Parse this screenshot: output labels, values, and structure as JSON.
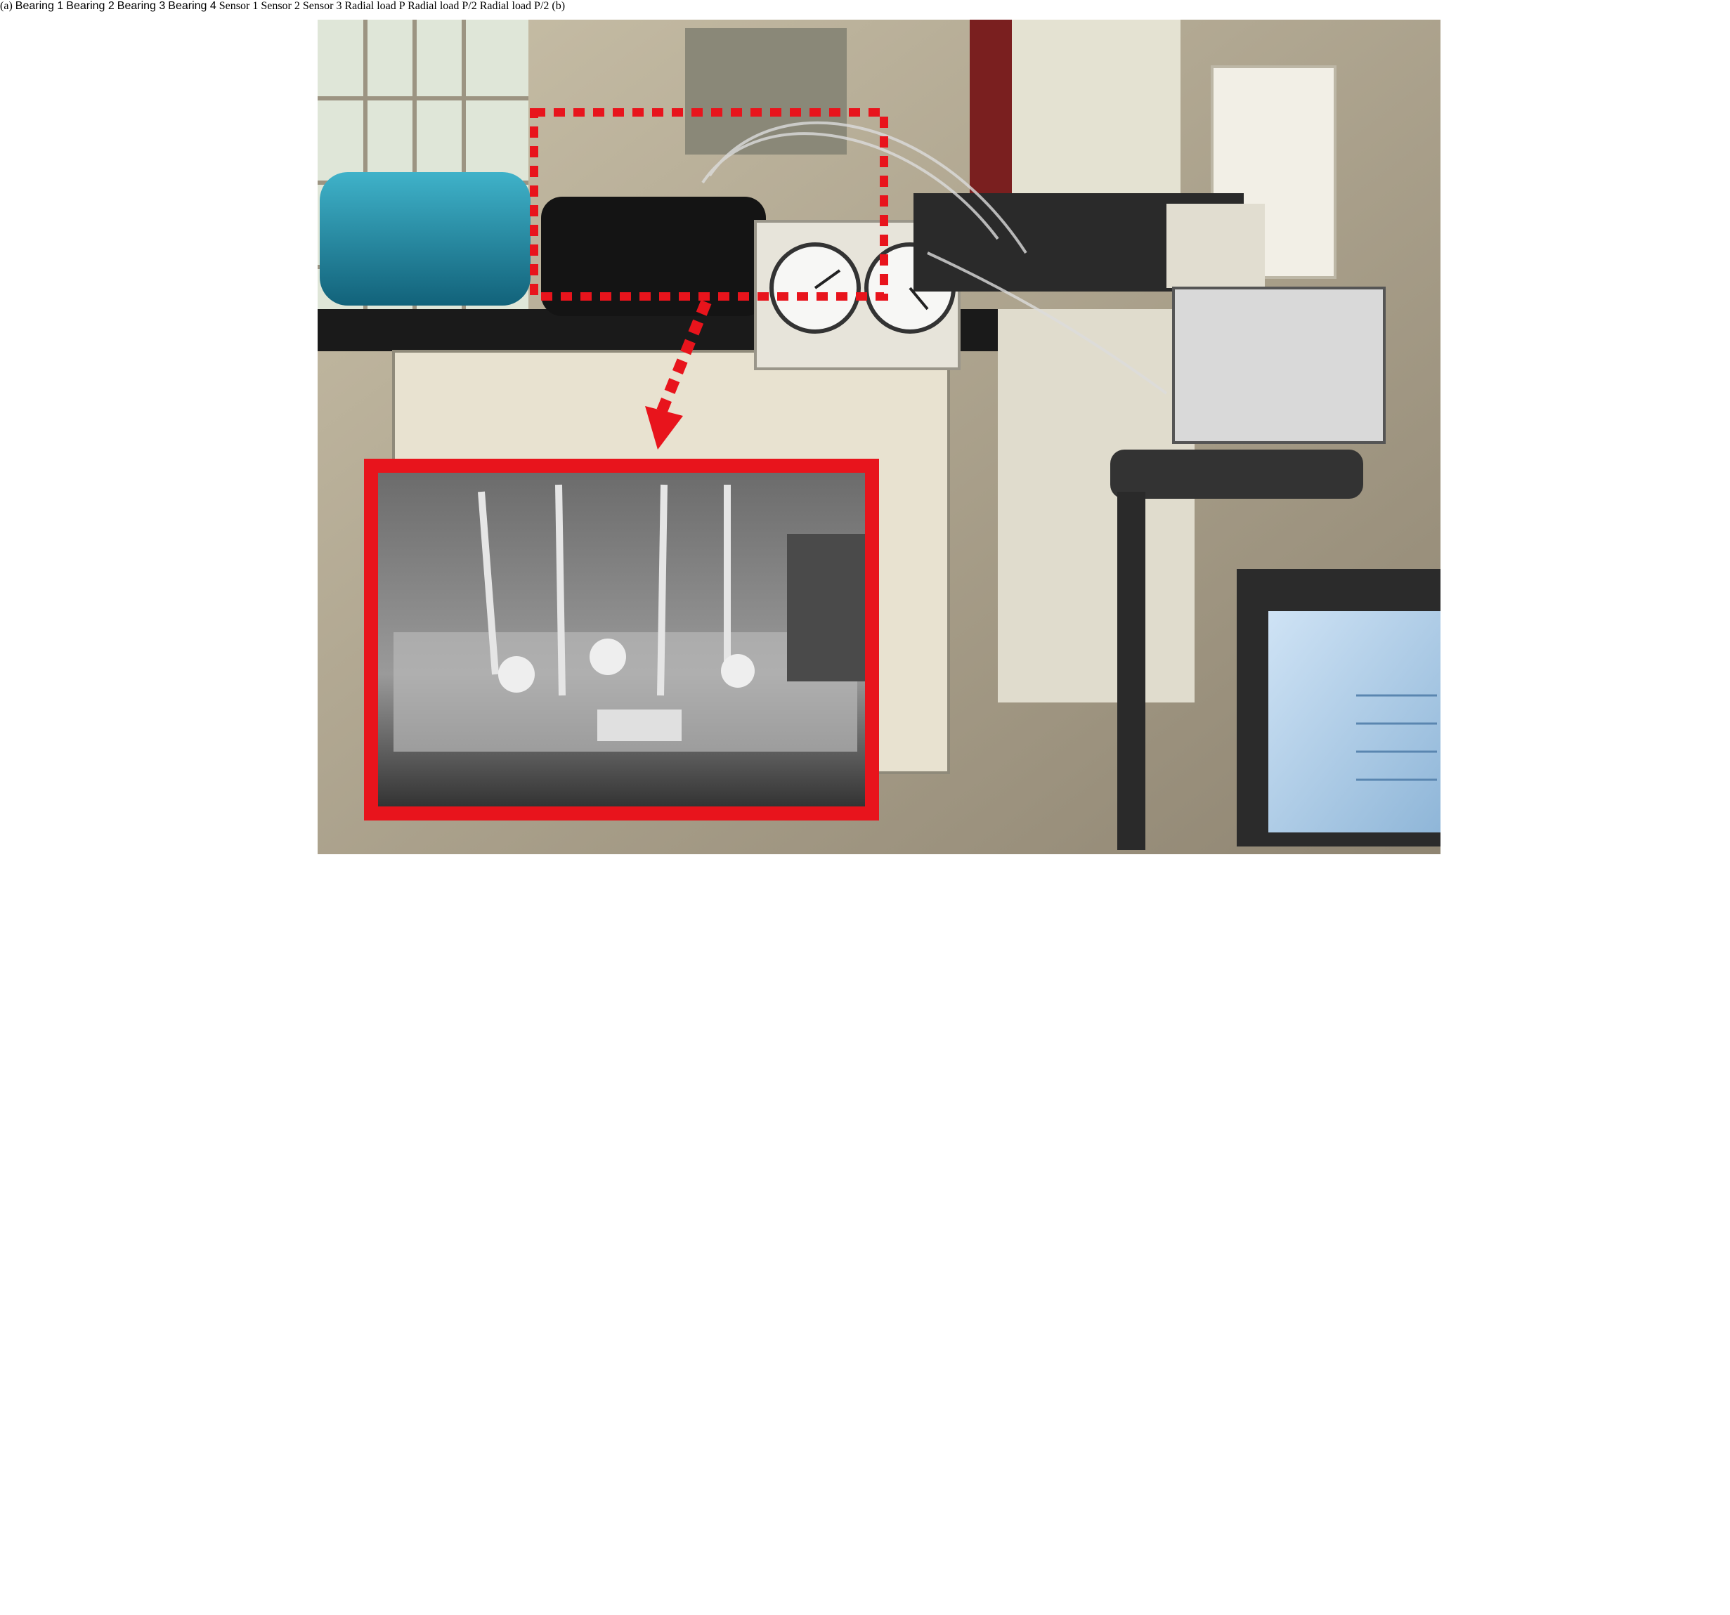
{
  "panels": {
    "a": {
      "label_open": "(",
      "label_letter": "a",
      "label_close": ")"
    },
    "b": {
      "label_open": "(",
      "label_letter": "b",
      "label_close": ")"
    }
  },
  "annotations": {
    "sensor_1": "Sensor 1",
    "sensor_2": "Sensor 2",
    "sensor_3": "Sensor 3",
    "radial_load_top": "Radial load P",
    "radial_load_left": "Radial load P/2",
    "radial_load_right": "Radial load P/2"
  },
  "callouts": {
    "bearing_1": "Bearing 1",
    "bearing_2": "Bearing 2",
    "bearing_3": "Bearing 3",
    "bearing_4": "Bearing 4"
  },
  "colors": {
    "highlight_red": "#e8141c",
    "callout_border": "#1f6fb8",
    "guard_cyan": "#7fd0e6",
    "base_gray": "#d4d4d4"
  }
}
